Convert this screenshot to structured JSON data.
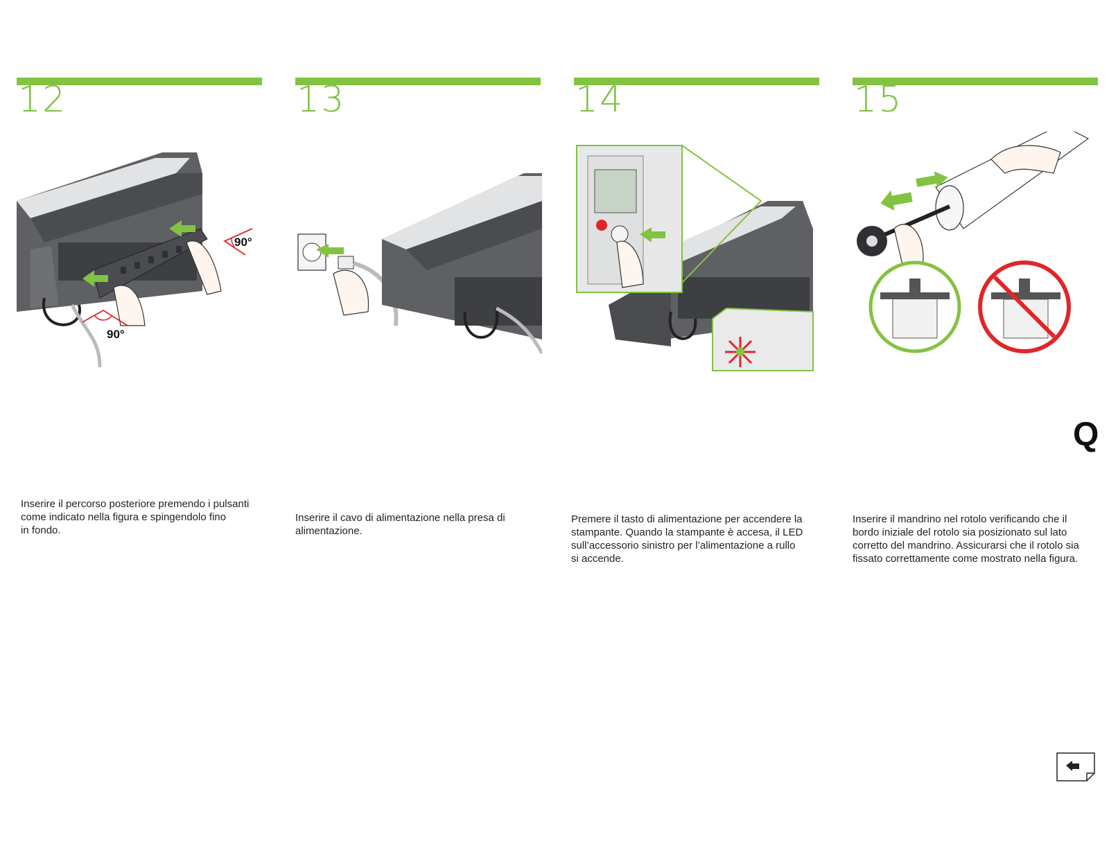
{
  "steps": [
    {
      "number": "12",
      "angle_label_1": "90°",
      "angle_label_2": "90°",
      "caption_lines": [
        "Inserire il percorso posteriore premendo i pulsanti",
        "come indicato nella figura e spingendolo fino",
        "in fondo."
      ]
    },
    {
      "number": "13",
      "caption_lines": [
        "Inserire il cavo di alimentazione nella presa di",
        "alimentazione."
      ]
    },
    {
      "number": "14",
      "caption_lines": [
        "Premere il tasto di alimentazione per accendere la",
        "stampante. Quando la stampante è accesa, il LED",
        "sull’accessorio sinistro per l’alimentazione a rullo",
        "si accende."
      ]
    },
    {
      "number": "15",
      "caption_lines": [
        "Inserire il mandrino nel rotolo verificando che il",
        "bordo iniziale del rotolo sia posizionato sul lato",
        "corretto del mandrino. Assicurarsi che il rotolo sia",
        "fissato correttamente come mostrato nella figura."
      ]
    }
  ],
  "section_letter": "Q",
  "icons": {
    "back": "back-arrow-icon"
  },
  "colors": {
    "accent_green": "#82c341",
    "warning_red": "#e0262b",
    "printer_gray": "#5e6063"
  }
}
